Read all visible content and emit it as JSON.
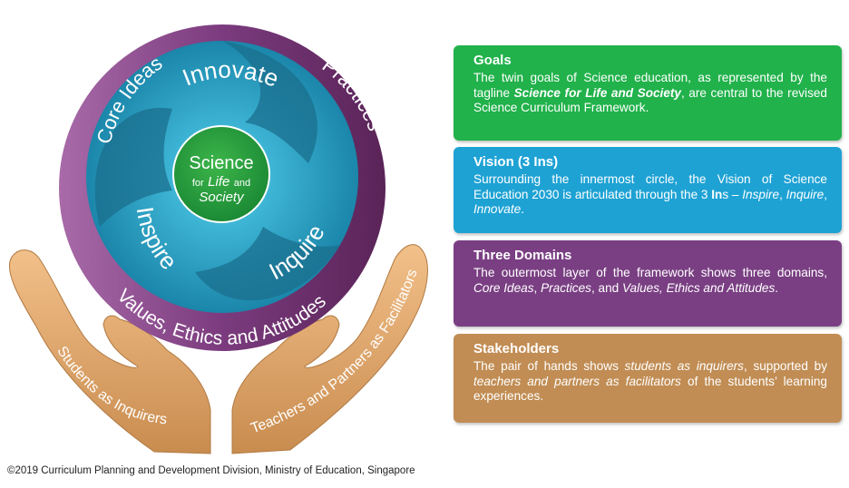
{
  "diagram": {
    "outer_ring": {
      "core_ideas": "Core Ideas",
      "practices": "Practices",
      "values": "Values, Ethics and Attitudes"
    },
    "middle_ring": {
      "innovate": "Innovate",
      "inquire": "Inquire",
      "inspire": "Inspire"
    },
    "center": {
      "science": "Science",
      "for": "for",
      "life": "Life",
      "and": "and",
      "society": "Society"
    },
    "hands": {
      "left": "Students as Inquirers",
      "right": "Teachers and Partners as Facilitators"
    }
  },
  "cards": {
    "goals": {
      "title": "Goals",
      "t1": "The twin goals of Science education, as represented by the tagline ",
      "t2": "Science for Life and Society",
      "t3": ", are central to the revised Science Curriculum Framework."
    },
    "vision": {
      "title": "Vision (3 Ins)",
      "t1": "Surrounding the innermost circle, the Vision of Science Education 2030 is articulated through the 3 ",
      "t2": "In",
      "t3": "s – ",
      "t4": "Inspire",
      "t5": ", ",
      "t6": "Inquire",
      "t7": ", ",
      "t8": "Innovate",
      "t9": "."
    },
    "domains": {
      "title": "Three Domains",
      "t1": "The outermost layer of the framework shows three domains, ",
      "t2": "Core Ideas",
      "t3": ", ",
      "t4": "Practices",
      "t5": ", and ",
      "t6": "Values, Ethics and Attitudes",
      "t7": "."
    },
    "stakeholders": {
      "title": "Stakeholders",
      "t1": "The pair of hands shows ",
      "t2": "students as inquirers",
      "t3": ", supported by ",
      "t4": "teachers and partners as facilitators",
      "t5": " of the students’ learning experiences."
    }
  },
  "copyright": "©2019 Curriculum Planning and Development Division, Ministry of Education, Singapore",
  "colors": {
    "goals": "#21b24b",
    "vision": "#1ea2d4",
    "domains": "#7a3f83",
    "stakeholders": "#c18d54"
  }
}
